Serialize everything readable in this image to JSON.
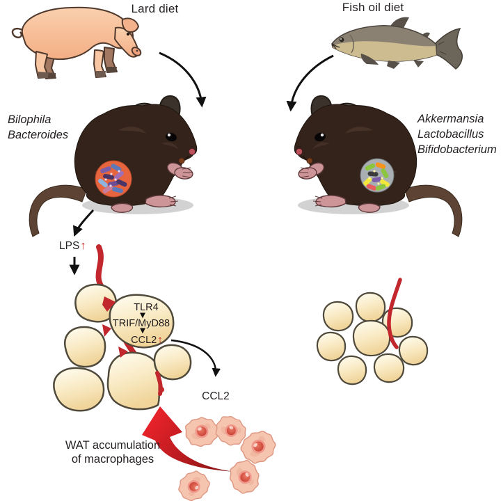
{
  "left_panel": {
    "diet_label": "Lard diet",
    "bacteria": [
      "Bilophila",
      "Bacteroides"
    ],
    "lps_label": "LPS",
    "up_arrow": "↑",
    "cascade": [
      "TLR4",
      "TRIF/MyD88",
      "CCL2"
    ],
    "ccl2_label": "CCL2",
    "wat_caption": [
      "WAT accumulation",
      "of macrophages"
    ]
  },
  "right_panel": {
    "diet_label": "Fish oil diet",
    "bacteria": [
      "Akkermansia",
      "Lactobacillus",
      "Bifidobacterium"
    ]
  },
  "icons": {
    "pig": "pig-icon",
    "fish": "fish-icon",
    "mouse_left": "mouse-icon",
    "mouse_right": "mouse-icon",
    "gut_left": "gut-microbiota-icon",
    "gut_right": "gut-microbiota-icon",
    "adipose_left": "adipose-tissue-icon",
    "adipose_right": "adipose-tissue-icon",
    "macrophage": "macrophage-icon"
  },
  "colors": {
    "text": "#231F20",
    "accent_red": "#C5191F",
    "vessel_red": "#C1272D",
    "arrow_black": "#111111",
    "mouse_body": "#33231B",
    "mouse_tail": "#5C4333",
    "adipocyte_fill": "#F6E2B0",
    "adipocyte_stroke": "#504A3C",
    "microbiota_left_bg": "#E6643E",
    "microbiota_right_bg": "#A8AEB2",
    "macrophage_fill": "#F5C5B0",
    "big_arrow_gradient_start": "#7D1315",
    "big_arrow_gradient_end": "#E7222A"
  }
}
